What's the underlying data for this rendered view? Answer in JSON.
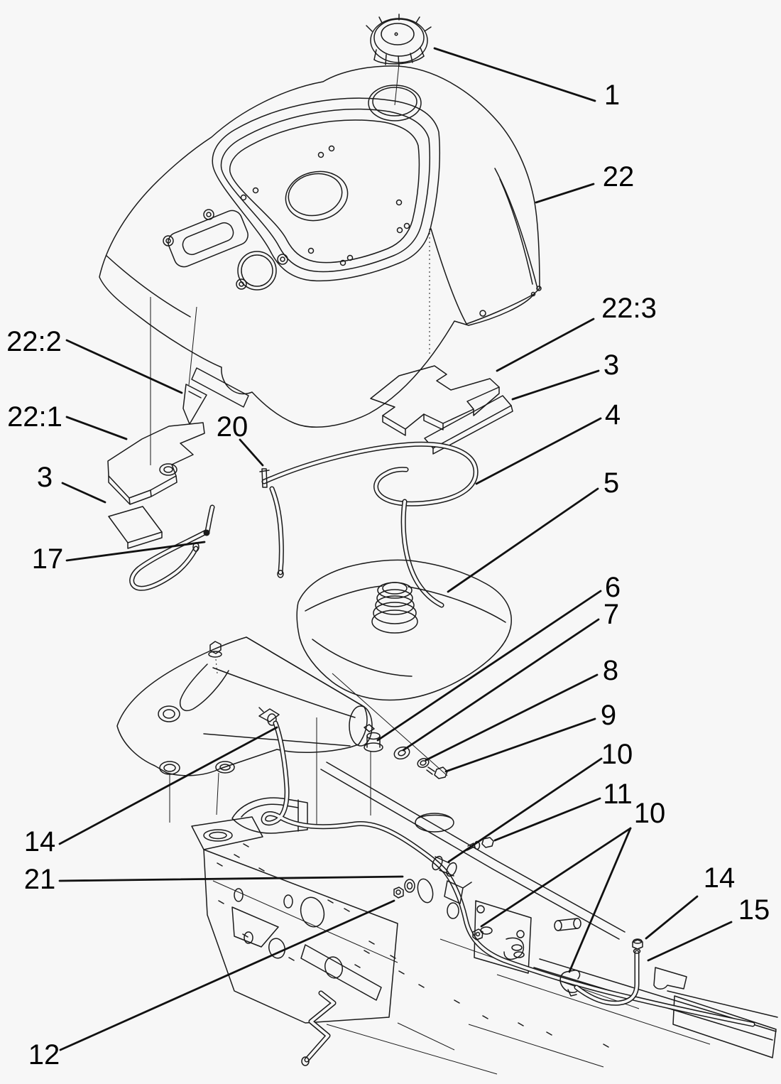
{
  "diagram": {
    "type": "exploded-parts-diagram",
    "background_color": "#f7f7f7",
    "line_color": "#1a1a1a",
    "label_color": "#000000"
  },
  "callouts": [
    {
      "label": "1"
    },
    {
      "label": "22"
    },
    {
      "label": "22:3"
    },
    {
      "label": "3"
    },
    {
      "label": "4"
    },
    {
      "label": "5"
    },
    {
      "label": "6"
    },
    {
      "label": "7"
    },
    {
      "label": "8"
    },
    {
      "label": "9"
    },
    {
      "label": "10"
    },
    {
      "label": "11"
    },
    {
      "label": "10"
    },
    {
      "label": "14"
    },
    {
      "label": "15"
    },
    {
      "label": "22:2"
    },
    {
      "label": "22:1"
    },
    {
      "label": "3"
    },
    {
      "label": "17"
    },
    {
      "label": "20"
    },
    {
      "label": "14"
    },
    {
      "label": "21"
    },
    {
      "label": "12"
    }
  ]
}
